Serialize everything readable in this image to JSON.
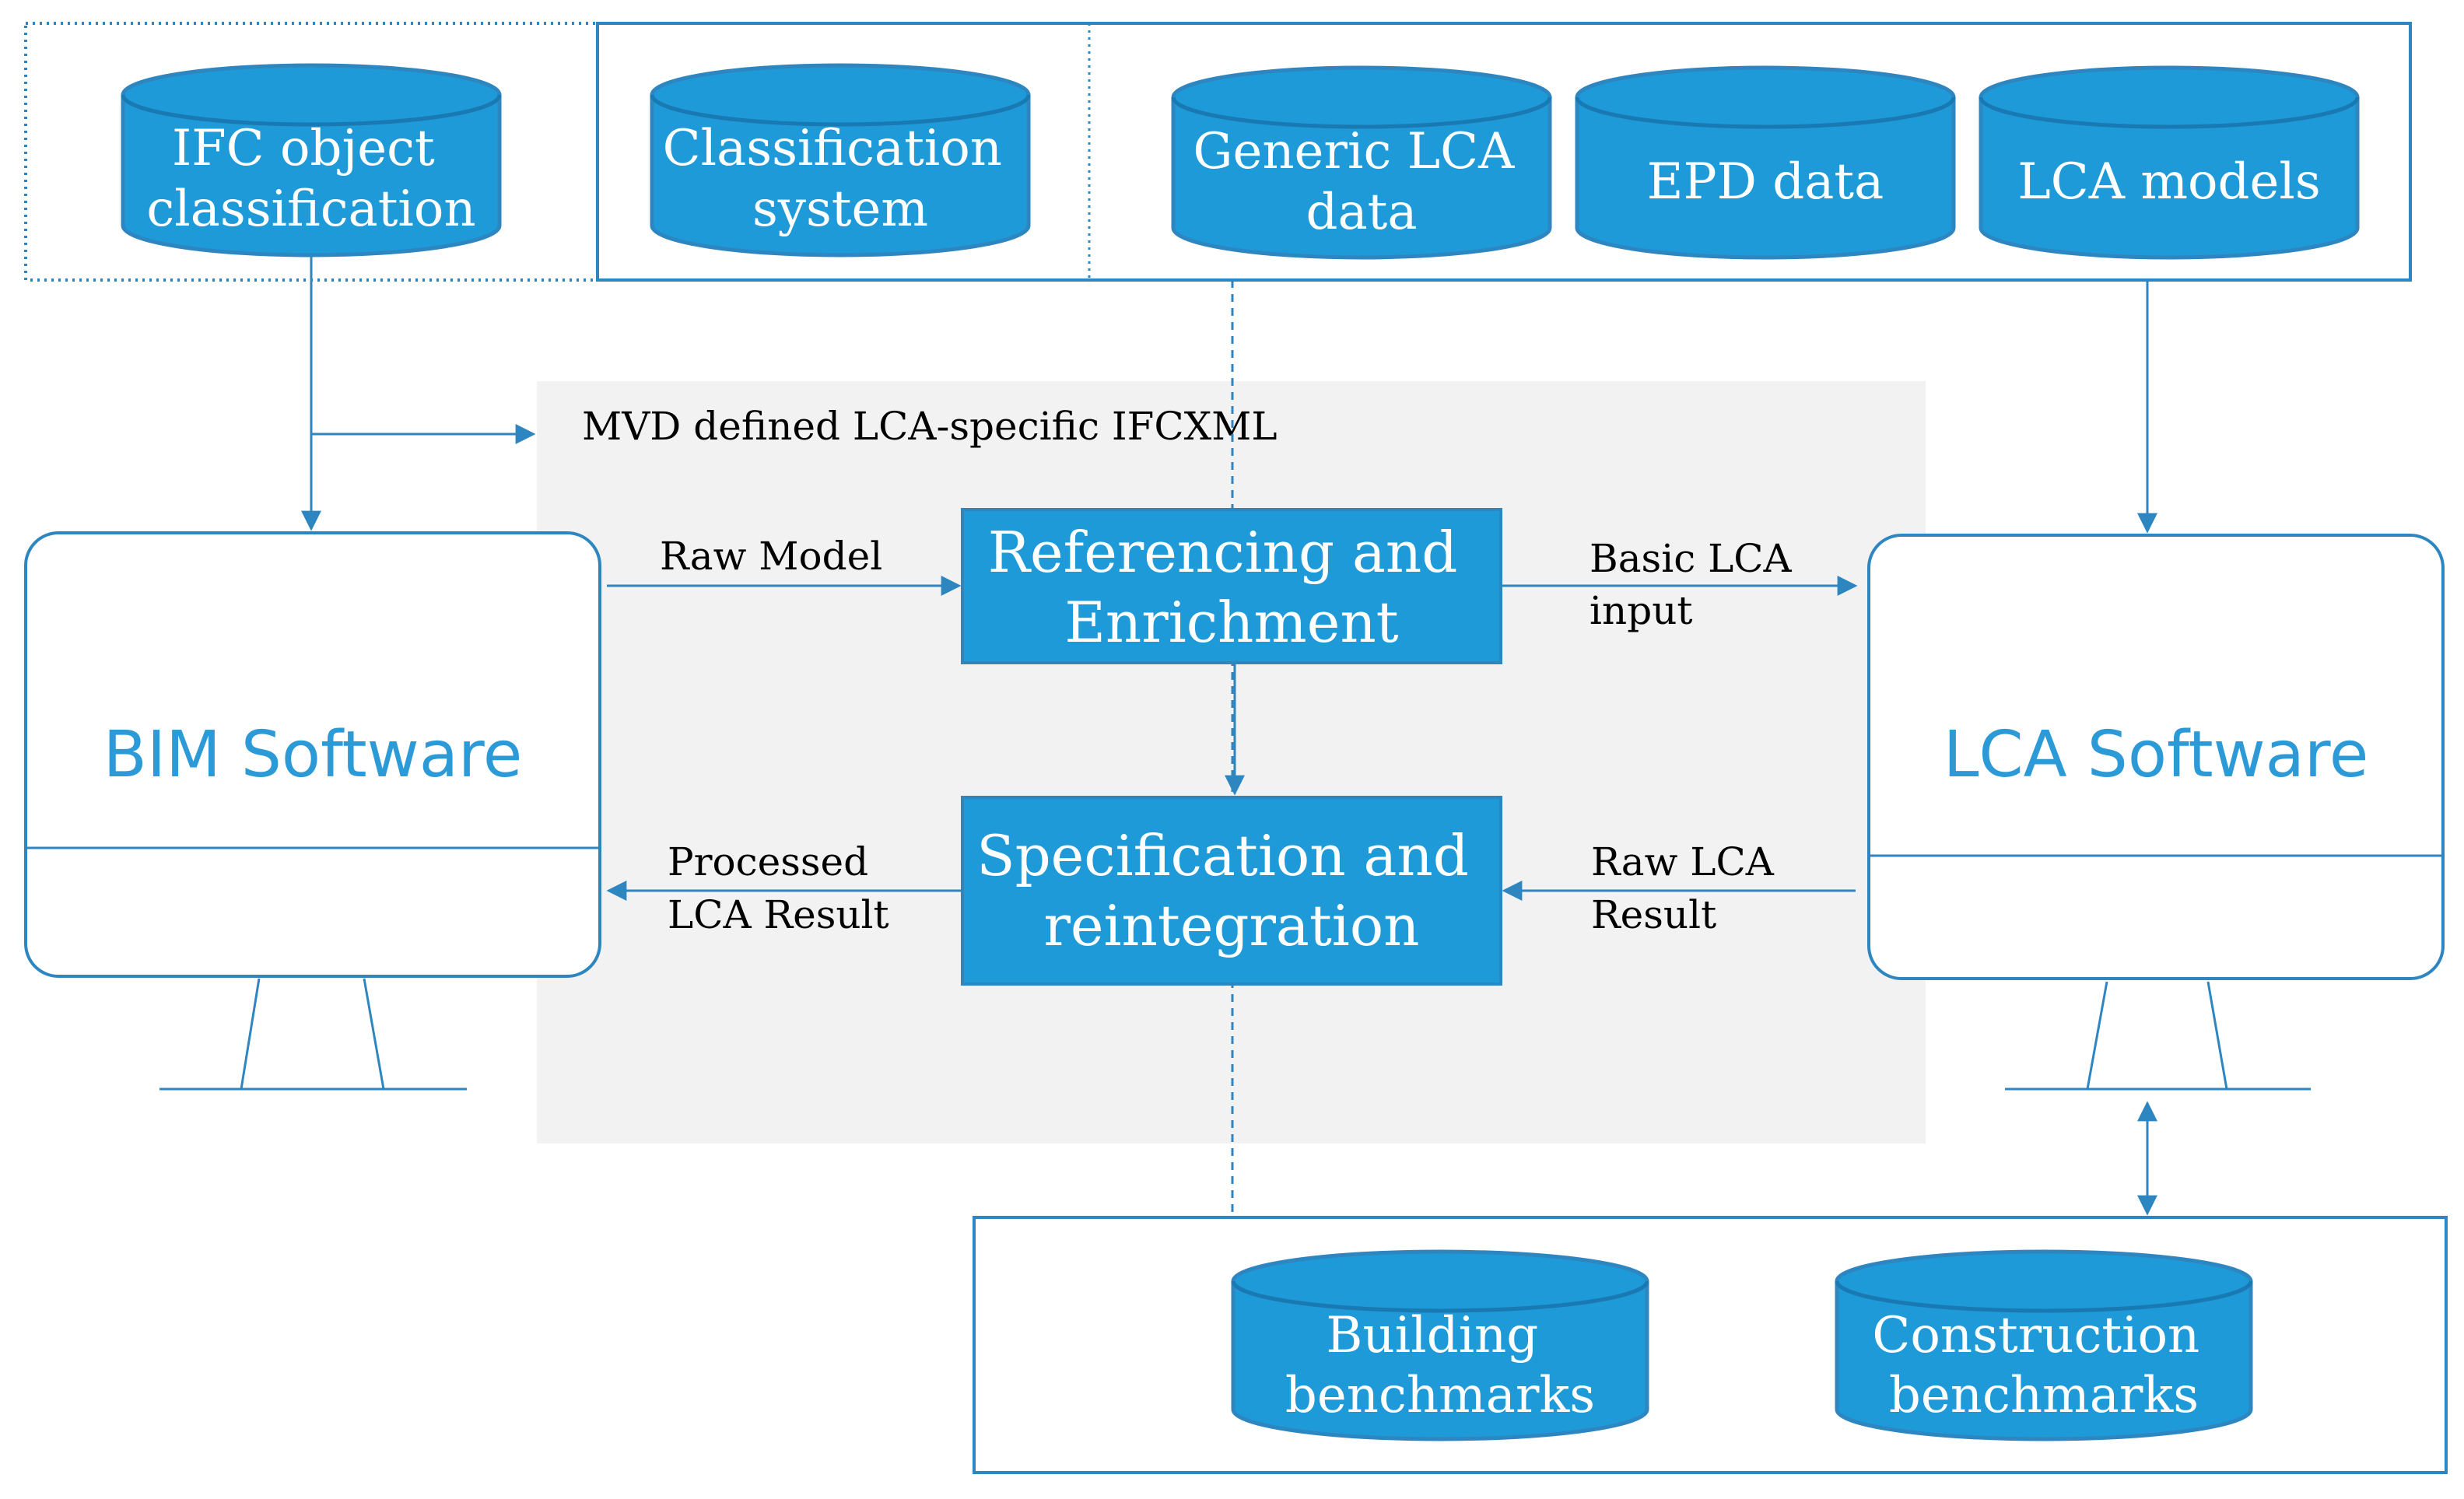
{
  "databases": {
    "ifc_object_classification": [
      "IFC object",
      "classification"
    ],
    "classification_system": [
      "Classification",
      "system"
    ],
    "generic_lca_data": [
      "Generic LCA",
      "data"
    ],
    "epd_data": [
      "EPD data"
    ],
    "lca_models": [
      "LCA models"
    ],
    "building_benchmarks": [
      "Building",
      "benchmarks"
    ],
    "construction_benchmarks": [
      "Construction",
      "benchmarks"
    ]
  },
  "mvd_area_label": "MVD defined  LCA-specific IFCXML",
  "processes": {
    "referencing": [
      "Referencing  and",
      "Enrichment"
    ],
    "specification": [
      "Specification  and",
      "reintegration"
    ]
  },
  "flows": {
    "raw_model": [
      "Raw Model"
    ],
    "basic_lca_input": [
      "Basic LCA",
      "input"
    ],
    "raw_lca_result": [
      "Raw LCA",
      "Result"
    ],
    "processed_lca_result": [
      "Processed",
      "LCA Result"
    ]
  },
  "monitors": {
    "bim": "BIM Software",
    "lca": "LCA Software"
  },
  "colors": {
    "fill": "#1e9ad8",
    "stroke": "#2e86c1",
    "monitor_text": "#2c9ad6",
    "mvd_background": "#f2f2f2"
  }
}
